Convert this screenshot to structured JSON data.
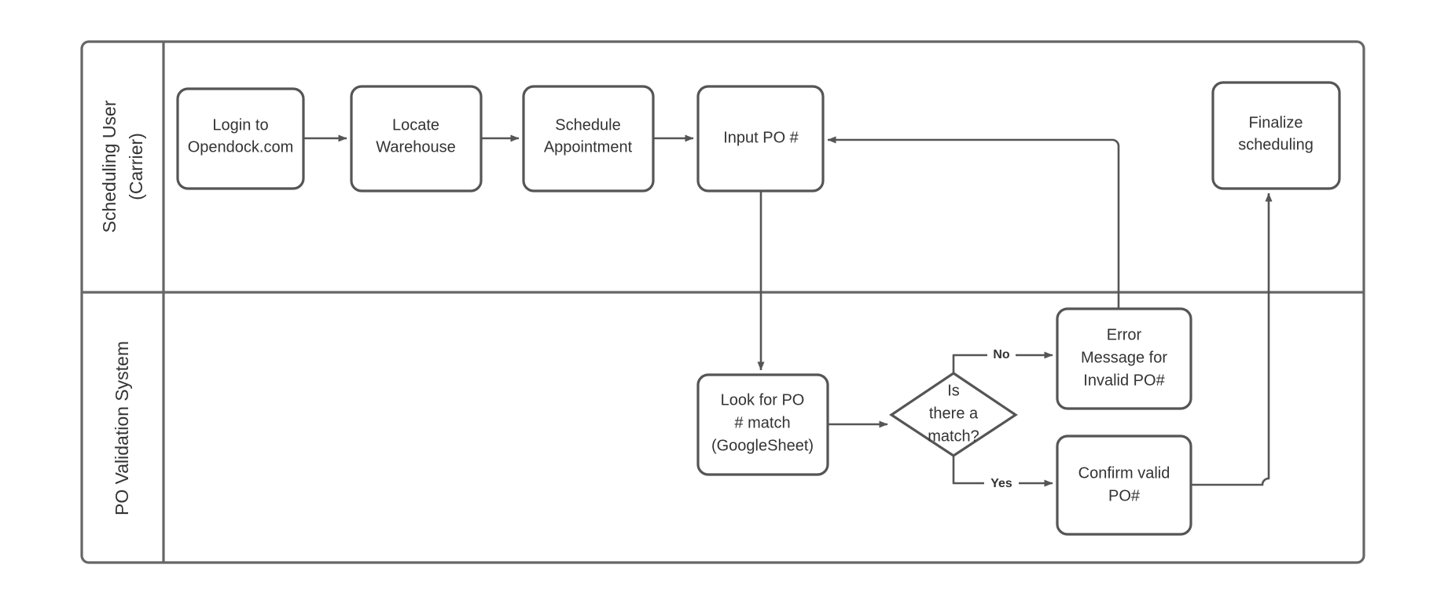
{
  "diagram": {
    "title": "PO Validation Scheduling Swimlane Flowchart",
    "colors": {
      "shape_stroke": "#555555",
      "shape_fill": "#ffffff",
      "frame_stroke": "#666666",
      "text": "#333333",
      "background": "#ffffff"
    }
  },
  "lanes": [
    {
      "id": "lane-scheduling-user",
      "label": "Scheduling User\n(Carrier)",
      "label_line1": "Scheduling User",
      "label_line2": "(Carrier)"
    },
    {
      "id": "lane-po-validation-system",
      "label": "PO Validation System",
      "label_line1": "PO Validation System",
      "label_line2": ""
    }
  ],
  "nodes": [
    {
      "id": "login",
      "type": "process",
      "lane": 0,
      "lines": [
        "Login to",
        "Opendock.com"
      ]
    },
    {
      "id": "locate-warehouse",
      "type": "process",
      "lane": 0,
      "lines": [
        "Locate",
        "Warehouse"
      ]
    },
    {
      "id": "schedule-appointment",
      "type": "process",
      "lane": 0,
      "lines": [
        "Schedule",
        "Appointment"
      ]
    },
    {
      "id": "input-po",
      "type": "process",
      "lane": 0,
      "lines": [
        "Input PO #"
      ]
    },
    {
      "id": "finalize-scheduling",
      "type": "process",
      "lane": 0,
      "lines": [
        "Finalize",
        "scheduling"
      ]
    },
    {
      "id": "look-for-po-match",
      "type": "process",
      "lane": 1,
      "lines": [
        "Look for PO",
        "# match",
        "(GoogleSheet)"
      ]
    },
    {
      "id": "is-there-a-match",
      "type": "decision",
      "lane": 1,
      "lines": [
        "Is",
        "there a",
        "match?"
      ]
    },
    {
      "id": "error-message",
      "type": "process",
      "lane": 1,
      "lines": [
        "Error",
        "Message for",
        "Invalid PO#"
      ]
    },
    {
      "id": "confirm-valid-po",
      "type": "process",
      "lane": 1,
      "lines": [
        "Confirm valid",
        "PO#"
      ]
    }
  ],
  "edges": [
    {
      "id": "e1",
      "from": "login",
      "to": "locate-warehouse",
      "label": ""
    },
    {
      "id": "e2",
      "from": "locate-warehouse",
      "to": "schedule-appointment",
      "label": ""
    },
    {
      "id": "e3",
      "from": "schedule-appointment",
      "to": "input-po",
      "label": ""
    },
    {
      "id": "e4",
      "from": "input-po",
      "to": "look-for-po-match",
      "label": ""
    },
    {
      "id": "e5",
      "from": "look-for-po-match",
      "to": "is-there-a-match",
      "label": ""
    },
    {
      "id": "e6",
      "from": "is-there-a-match",
      "to": "error-message",
      "label": "No"
    },
    {
      "id": "e7",
      "from": "is-there-a-match",
      "to": "confirm-valid-po",
      "label": "Yes"
    },
    {
      "id": "e8",
      "from": "error-message",
      "to": "input-po",
      "label": ""
    },
    {
      "id": "e9",
      "from": "confirm-valid-po",
      "to": "finalize-scheduling",
      "label": ""
    }
  ]
}
